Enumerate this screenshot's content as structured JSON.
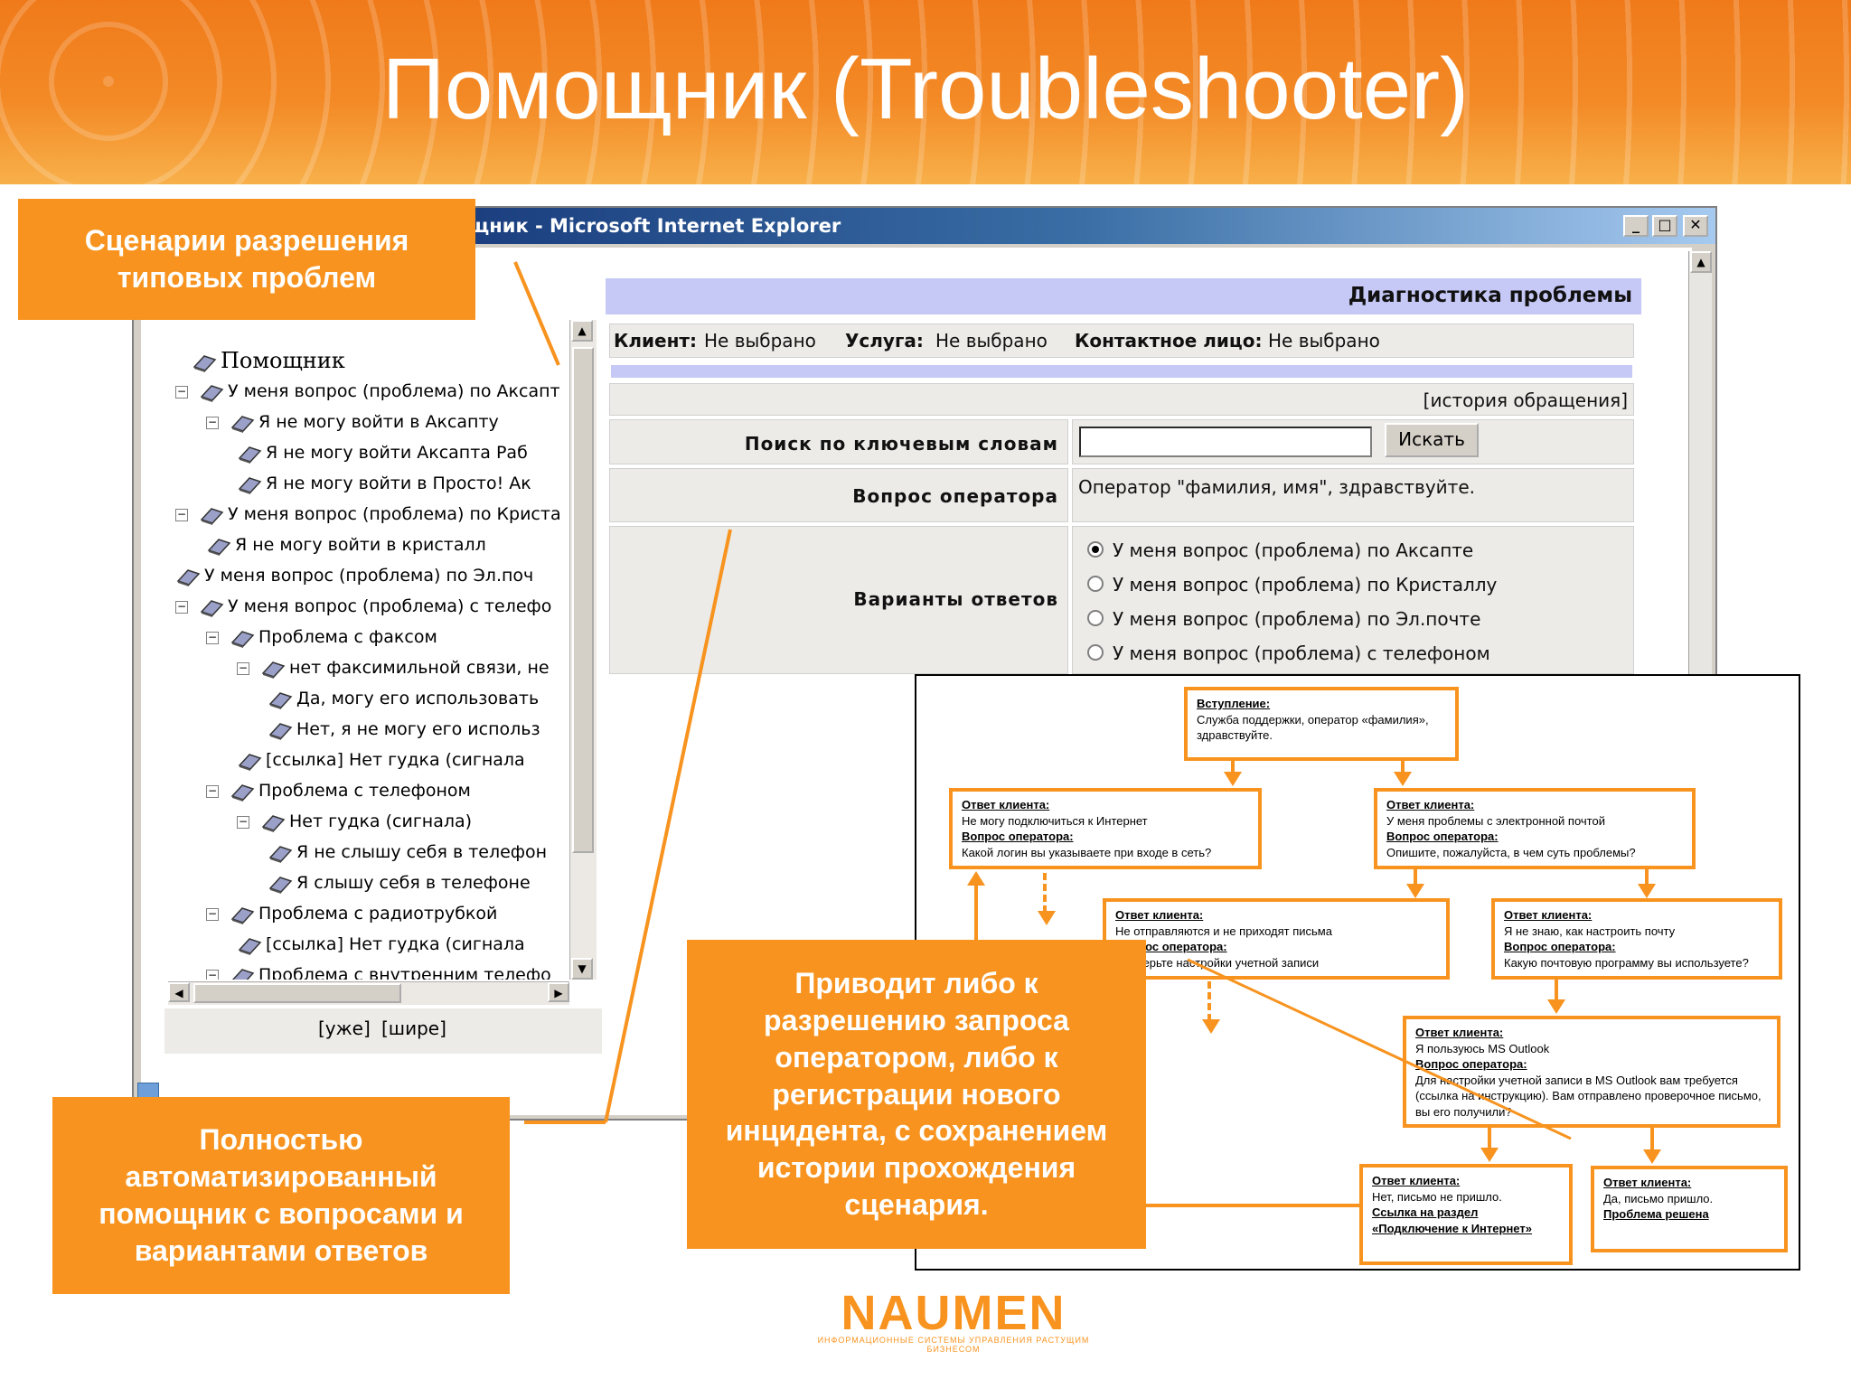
{
  "slide": {
    "title": "Помощник (Troubleshooter)"
  },
  "window": {
    "title": "щник - Microsoft Internet Explorer",
    "minimize": "_",
    "maximize": "□",
    "close": "✕"
  },
  "tree": {
    "root": "Помощник",
    "items": [
      {
        "label": "У меня вопрос (проблема) по Аксапт",
        "toggle": "−"
      },
      {
        "label": "Я не могу войти в Аксапту",
        "toggle": "−"
      },
      {
        "label": "Я не могу войти Аксапта Раб",
        "toggle": ""
      },
      {
        "label": "Я не могу войти в Просто! Ак",
        "toggle": ""
      },
      {
        "label": "У меня вопрос (проблема) по Криста",
        "toggle": "−"
      },
      {
        "label": "Я не могу войти в кристалл",
        "toggle": ""
      },
      {
        "label": "У меня вопрос (проблема) по Эл.поч",
        "toggle": ""
      },
      {
        "label": "У меня вопрос (проблема) с телефо",
        "toggle": "−"
      },
      {
        "label": "Проблема с факсом",
        "toggle": "−"
      },
      {
        "label": "нет факсимильной связи, не",
        "toggle": "−"
      },
      {
        "label": "Да, могу его использовать",
        "toggle": ""
      },
      {
        "label": "Нет, я не могу его использ",
        "toggle": ""
      },
      {
        "label": "[ссылка] Нет гудка (сигнала",
        "toggle": ""
      },
      {
        "label": "Проблема с телефоном",
        "toggle": "−"
      },
      {
        "label": "Нет гудка (сигнала)",
        "toggle": "−"
      },
      {
        "label": "Я не слышу себя в телефон",
        "toggle": ""
      },
      {
        "label": "Я слышу себя в телефоне",
        "toggle": ""
      },
      {
        "label": "Проблема с радиотрубкой",
        "toggle": "−"
      },
      {
        "label": "[ссылка] Нет гудка (сигнала",
        "toggle": ""
      },
      {
        "label": "Проблема с внутренним телефо",
        "toggle": "−"
      }
    ],
    "narrower": "[уже]",
    "wider": "[шире]"
  },
  "diag": {
    "title": "Диагностика проблемы",
    "client_label": "Клиент:",
    "client_value": "Не выбрано",
    "service_label": "Услуга:",
    "service_value": "Не выбрано",
    "contact_label": "Контактное лицо:",
    "contact_value": "Не выбрано",
    "history_link": "[история обращения]",
    "search_label": "Поиск по ключевым словам",
    "search_value": "",
    "search_button": "Искать",
    "operator_label": "Вопрос оператора",
    "operator_text": "Оператор \"фамилия, имя\", здравствуйте.",
    "answers_label": "Варианты ответов",
    "answers": [
      {
        "label": "У меня вопрос (проблема) по Аксапте",
        "checked": true
      },
      {
        "label": "У меня вопрос (проблема) по Кристаллу",
        "checked": false
      },
      {
        "label": "У меня вопрос (проблема) по Эл.почте",
        "checked": false
      },
      {
        "label": "У меня вопрос (проблема) с телефоном",
        "checked": false
      }
    ]
  },
  "callouts": {
    "scenarios": "Сценарии разрешения типовых проблем",
    "automated": "Полностью автоматизированный помощник с вопросами и вариантами ответов",
    "result": "Приводит либо к разрешению запроса оператором, либо к регистрации нового инцидента, с сохранением истории прохождения сценария."
  },
  "flow": {
    "intro_label": "Вступление:",
    "intro_text": "Служба поддержки, оператор «фамилия», здравствуйте.",
    "b1_label1": "Ответ клиента:",
    "b1_text1": "Не могу подключиться к Интернет",
    "b1_label2": "Вопрос оператора:",
    "b1_text2": "Какой логин вы указываете при входе в сеть?",
    "b2_label1": "Ответ клиента:",
    "b2_text1": "У меня проблемы с электронной почтой",
    "b2_label2": "Вопрос оператора:",
    "b2_text2": "Опишите, пожалуйста, в чем суть проблемы?",
    "b3_label1": "Ответ клиента:",
    "b3_text1": "Не отправляются и не приходят письма",
    "b3_label2": "Вопрос оператора:",
    "b3_text2": "Проверьте настройки учетной записи",
    "b4_label1": "Ответ клиента:",
    "b4_text1": "Я не знаю, как настроить почту",
    "b4_label2": "Вопрос оператора:",
    "b4_text2": "Какую почтовую программу вы используете?",
    "b5_label1": "Ответ клиента:",
    "b5_text1": "Я пользуюсь MS Outlook",
    "b5_label2": "Вопрос оператора:",
    "b5_text2": "Для настройки учетной записи в MS Outlook вам требуется (ссылка на инструкцию). Вам отправлено проверочное письмо, вы его получили?",
    "b6_label1": "Ответ клиента:",
    "b6_text1": "Нет, письмо не пришло.",
    "b6_label2": "Ссылка на раздел «Подключение к Интернет»",
    "b7_label1": "Ответ клиента:",
    "b7_text1": "Да, письмо пришло.",
    "b7_label2": "Проблема решена"
  },
  "logo": {
    "name": "NAUMEN",
    "tagline": "ИНФОРМАЦИОННЫЕ СИСТЕМЫ УПРАВЛЕНИЯ РАСТУЩИМ БИЗНЕСОМ"
  },
  "colors": {
    "accent": "#f7931e",
    "panel_lavender": "#c6c8f6",
    "ie_titlebar": "#0a246a"
  }
}
